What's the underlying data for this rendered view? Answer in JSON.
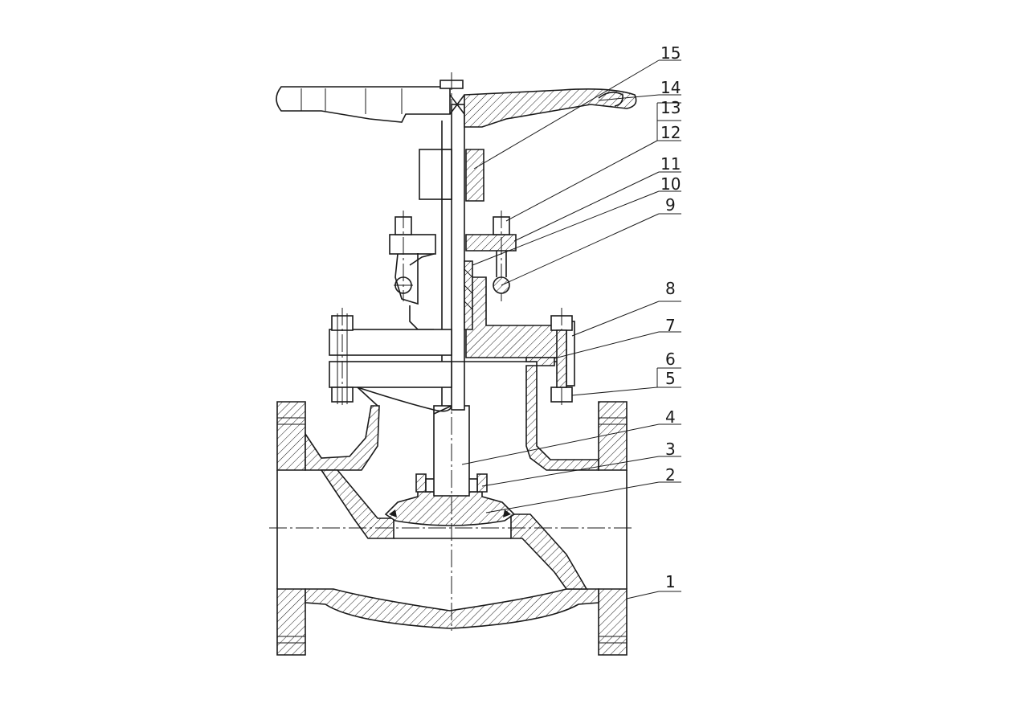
{
  "drawing": {
    "part_numbers": [
      "15",
      "14",
      "13",
      "12",
      "11",
      "10",
      "9",
      "8",
      "7",
      "6",
      "5",
      "4",
      "3",
      "2",
      "1"
    ]
  },
  "colors": {
    "line": "#1a1a1a",
    "background": "#ffffff"
  }
}
